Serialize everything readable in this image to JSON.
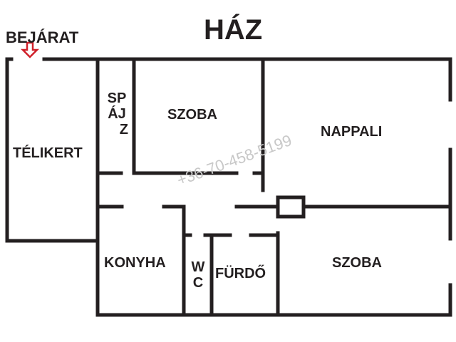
{
  "title": "HÁZ",
  "entrance": {
    "label": "BEJÁRAT",
    "arrow_color": "#d0202a"
  },
  "rooms": {
    "telikert": "TÉLIKERT",
    "spajz": [
      "SP",
      "ÁJ",
      "Z"
    ],
    "szoba_top": "SZOBA",
    "nappali": "NAPPALI",
    "konyha": "KONYHA",
    "wc": [
      "W",
      "C"
    ],
    "furdo": "FÜRDŐ",
    "szoba_bottom": "SZOBA"
  },
  "watermark": "+36-70-458-5199",
  "wall_color": "#231f20"
}
